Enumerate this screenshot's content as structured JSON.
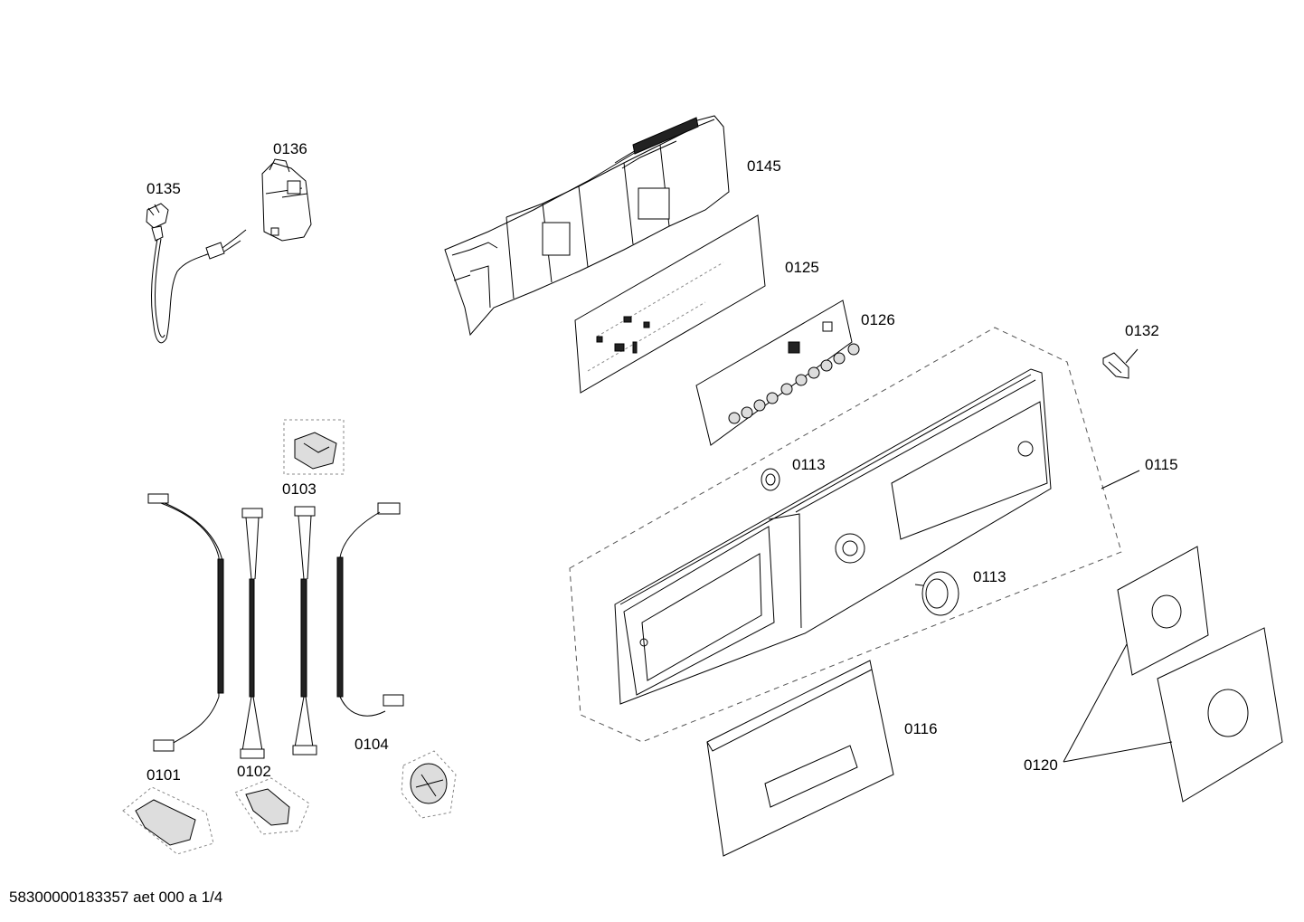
{
  "labels": {
    "p0136": "0136",
    "p0135": "0135",
    "p0145": "0145",
    "p0125": "0125",
    "p0126": "0126",
    "p0132": "0132",
    "p0113a": "0113",
    "p0113b": "0113",
    "p0115": "0115",
    "p0103": "0103",
    "p0116": "0116",
    "p0120": "0120",
    "p0101": "0101",
    "p0102": "0102",
    "p0104": "0104"
  },
  "footer": "58300000183357 aet 000 a 1/4"
}
